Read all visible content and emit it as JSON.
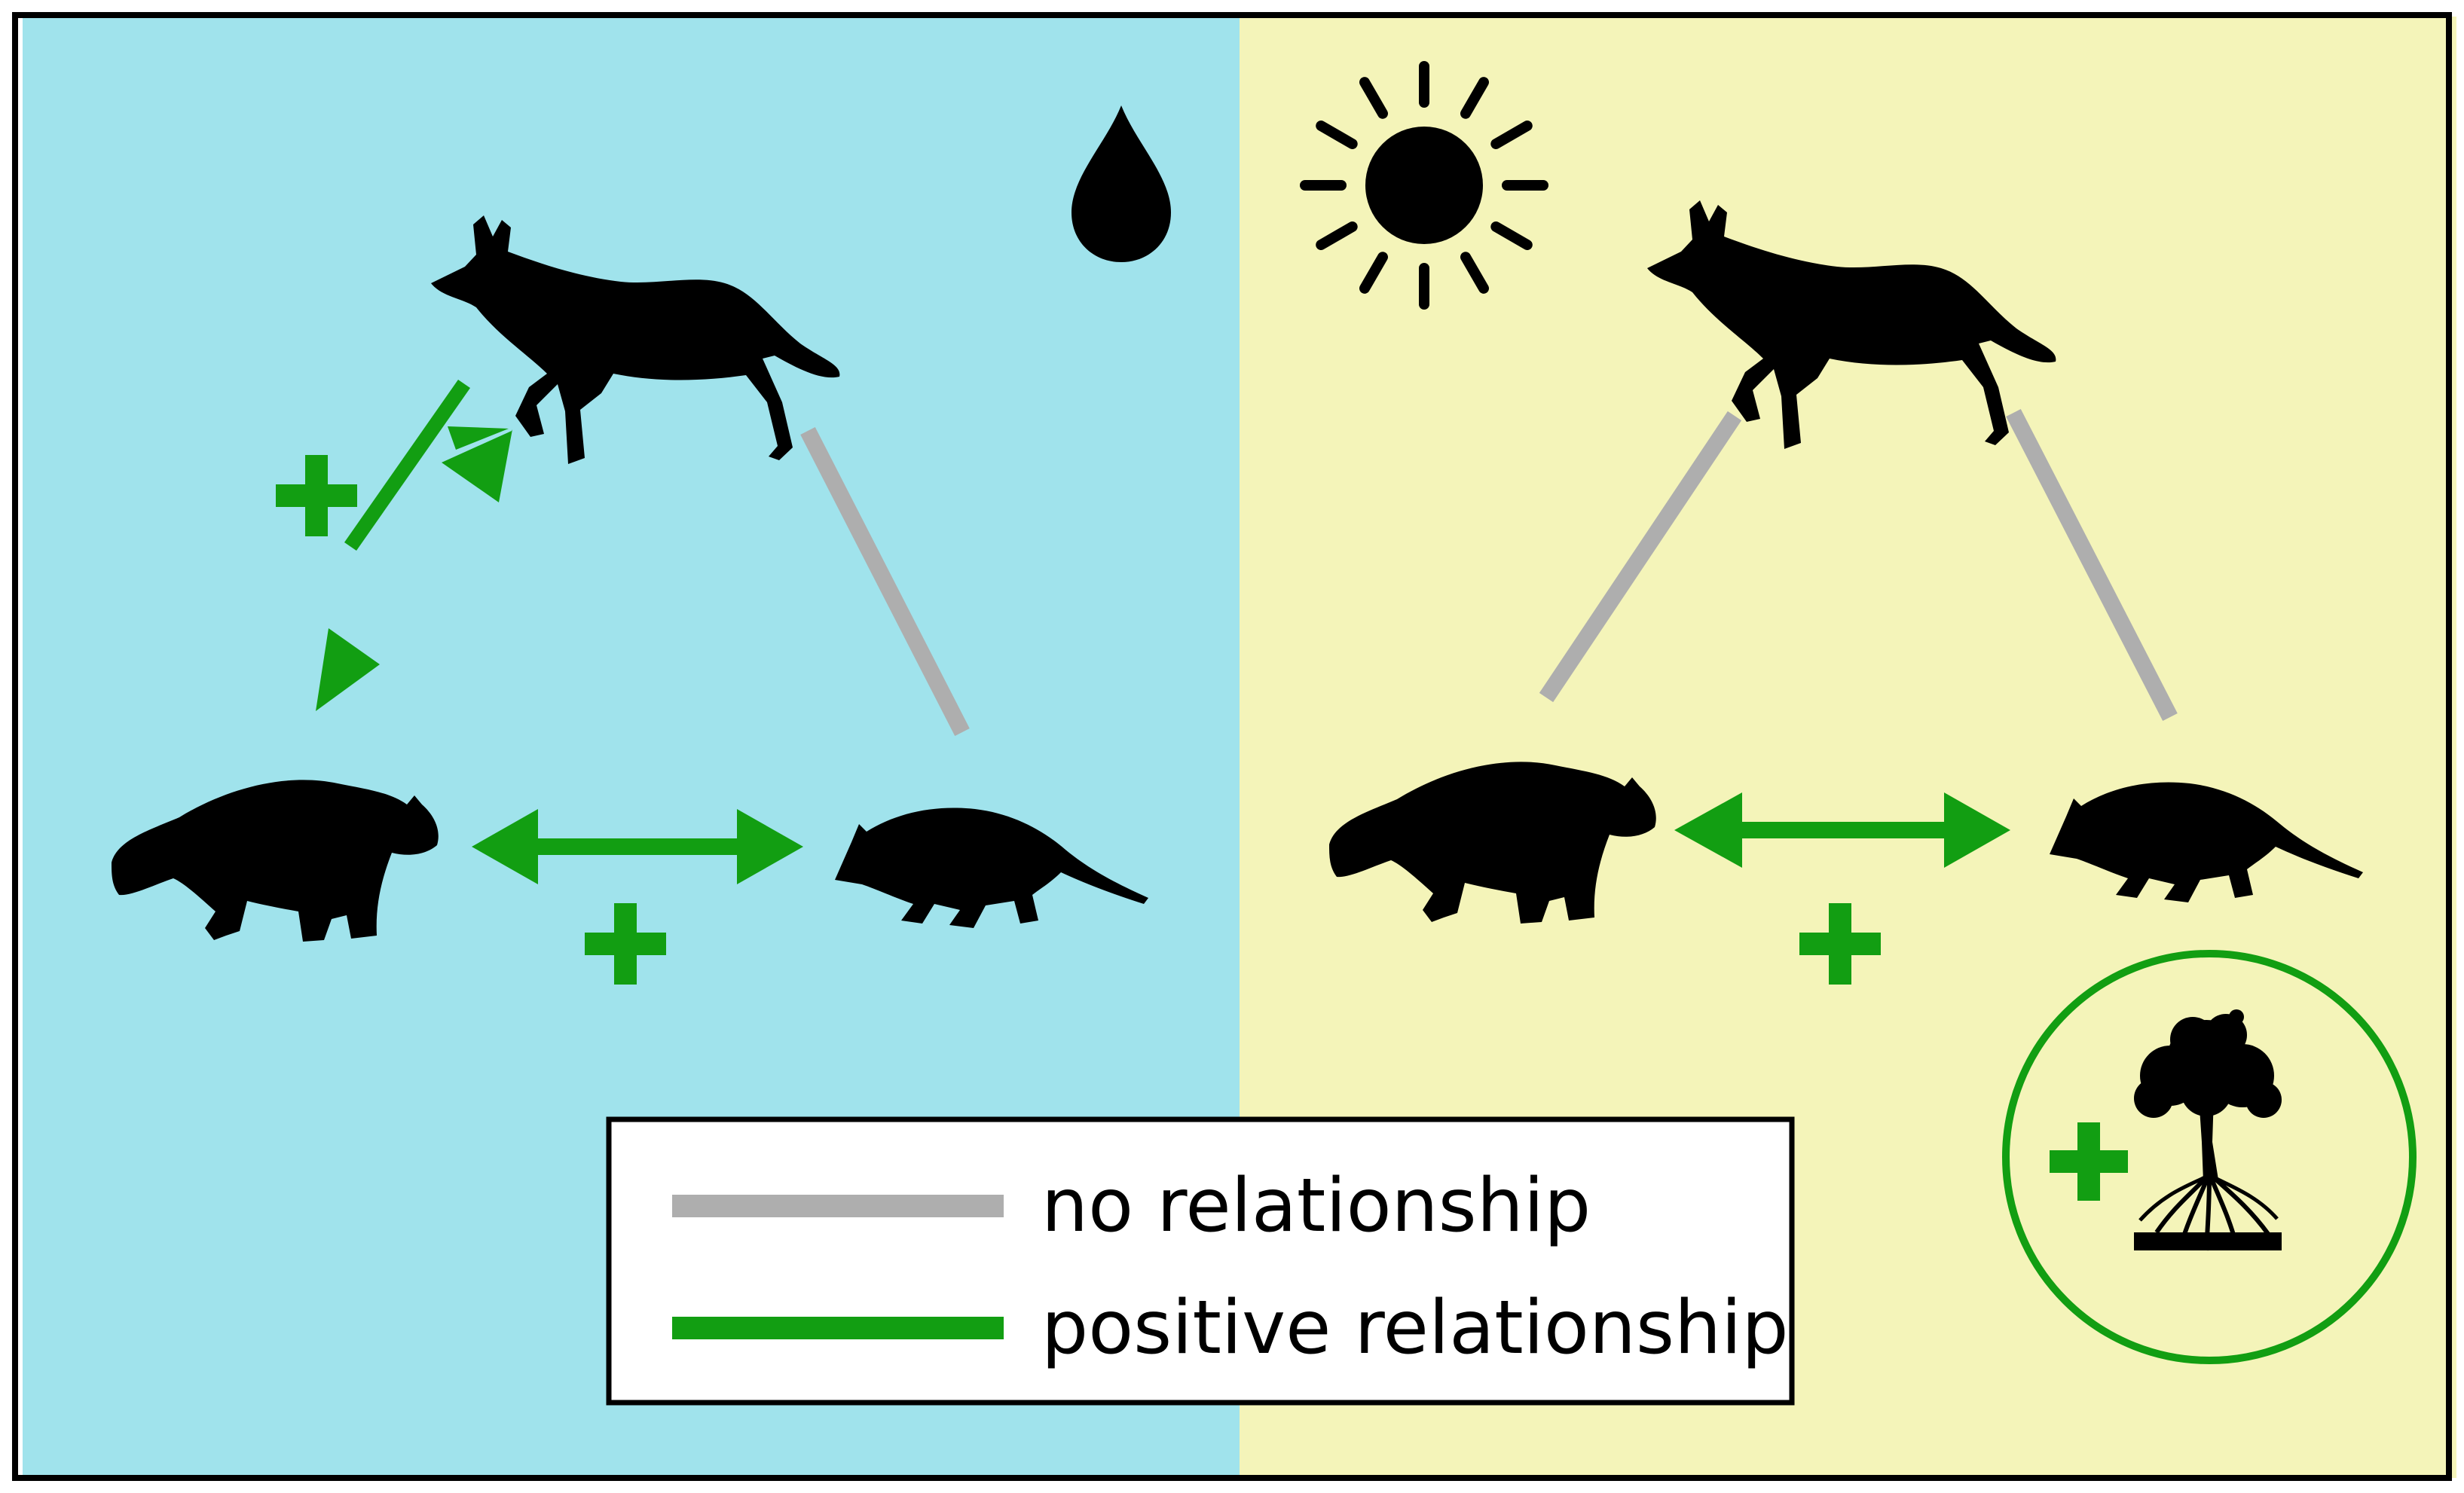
{
  "colors": {
    "wet_background": "#a0e3ec",
    "dry_background": "#f4f4b9",
    "positive": "#129e12",
    "none": "#aeaeae",
    "silhouette": "#000000"
  },
  "panels": {
    "wet": {
      "icon": "water-drop-icon",
      "relationships": [
        {
          "between": [
            "fox",
            "raccoon"
          ],
          "type": "positive",
          "sign": "+"
        },
        {
          "between": [
            "raccoon",
            "opossum"
          ],
          "type": "positive",
          "sign": "+"
        },
        {
          "between": [
            "fox",
            "opossum"
          ],
          "type": "none"
        }
      ]
    },
    "dry": {
      "icon": "sun-icon",
      "relationships": [
        {
          "between": [
            "fox",
            "raccoon"
          ],
          "type": "none"
        },
        {
          "between": [
            "raccoon",
            "opossum"
          ],
          "type": "positive",
          "sign": "+"
        },
        {
          "between": [
            "fox",
            "opossum"
          ],
          "type": "none"
        }
      ],
      "habitat": {
        "icon": "mangrove-tree-icon",
        "sign": "+"
      }
    }
  },
  "legend": {
    "none_label": "no relationship",
    "positive_label": "positive relationship"
  }
}
